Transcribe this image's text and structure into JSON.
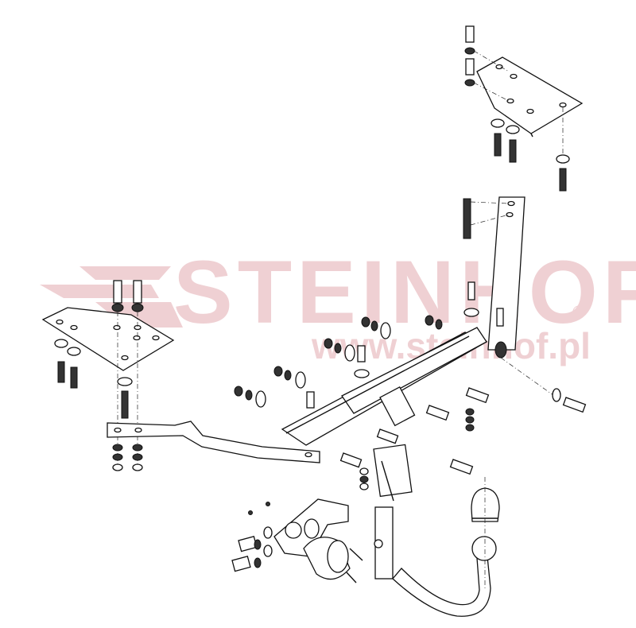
{
  "watermark": {
    "brand": "STEINHOF",
    "registered_mark": "®",
    "url": "www.steinhof.pl",
    "color": "#efd0d3"
  },
  "diagram": {
    "type": "exploded assembly drawing",
    "subject": "detachable tow bar (towing hitch) assembly",
    "parts": [
      "right mounting plate with bolts, washers and nuts",
      "left mounting plate with bolts, washers and nuts",
      "right side bracket arm",
      "left side bracket arm",
      "main cross beam",
      "tow ball receiver",
      "detachable tow ball neck with knob",
      "tow ball cap",
      "electrical socket plate",
      "electrical socket"
    ],
    "line_color": "#111111",
    "background": "#ffffff"
  }
}
